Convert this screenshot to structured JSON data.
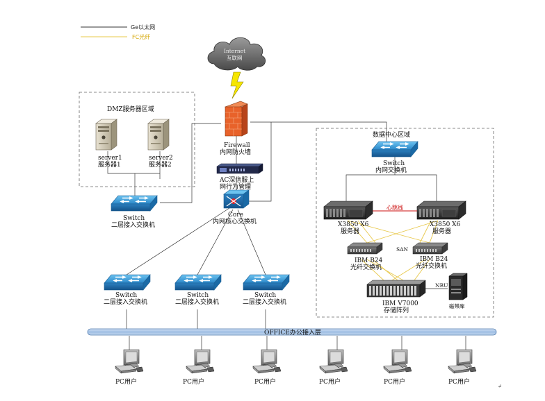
{
  "legend": {
    "ethernet": "Ge以太网",
    "fc": "FC光纤"
  },
  "colors": {
    "ethernet_line": "#333333",
    "fc_line": "#e8c84a",
    "heartbeat_line": "#cc1111",
    "switch_blue": "#3a9bd6",
    "bus_blue": "#a9c6e8",
    "firewall_orange": "#e8622a"
  },
  "internet": {
    "line1": "Internet",
    "line2": "互联网"
  },
  "firewall": {
    "line1": "Firewall",
    "line2": "内网防火墙"
  },
  "ac": {
    "line1": "AC深信服上",
    "line2": "网行为管理"
  },
  "core": {
    "line1": "Core",
    "line2": "内网核心交换机"
  },
  "dmz": {
    "title": "DMZ服务器区域",
    "server1": {
      "line1": "server1",
      "line2": "服务器1"
    },
    "server2": {
      "line1": "server2",
      "line2": "服务器2"
    },
    "switch": {
      "line1": "Switch",
      "line2": "二层接入交换机"
    }
  },
  "datacenter": {
    "title": "数据中心区域",
    "switch": {
      "line1": "Switch",
      "line2": "内网交换机"
    },
    "heartbeat": "心跳线",
    "server_left": {
      "line1": "X3850 X6",
      "line2": "服务器"
    },
    "server_right": {
      "line1": "X3850 X6",
      "line2": "服务器"
    },
    "san": "SAN",
    "fc_left": {
      "line1": "IBM B24",
      "line2": "光纤交换机"
    },
    "fc_right": {
      "line1": "IBM B24",
      "line2": "光纤交换机"
    },
    "storage": {
      "line1": "IBM V7000",
      "line2": "存储阵列"
    },
    "nbu": "NBU",
    "tape": "磁带库"
  },
  "access_switches": [
    {
      "line1": "Switch",
      "line2": "二层接入交换机"
    },
    {
      "line1": "Switch",
      "line2": "二层接入交换机"
    },
    {
      "line1": "Switch",
      "line2": "二层接入交换机"
    }
  ],
  "office_bus": "OFFICE办公接入层",
  "pcs": [
    "PC用户",
    "PC用户",
    "PC用户",
    "PC用户",
    "PC用户",
    "PC用户"
  ],
  "paragraph_mark": "↵"
}
